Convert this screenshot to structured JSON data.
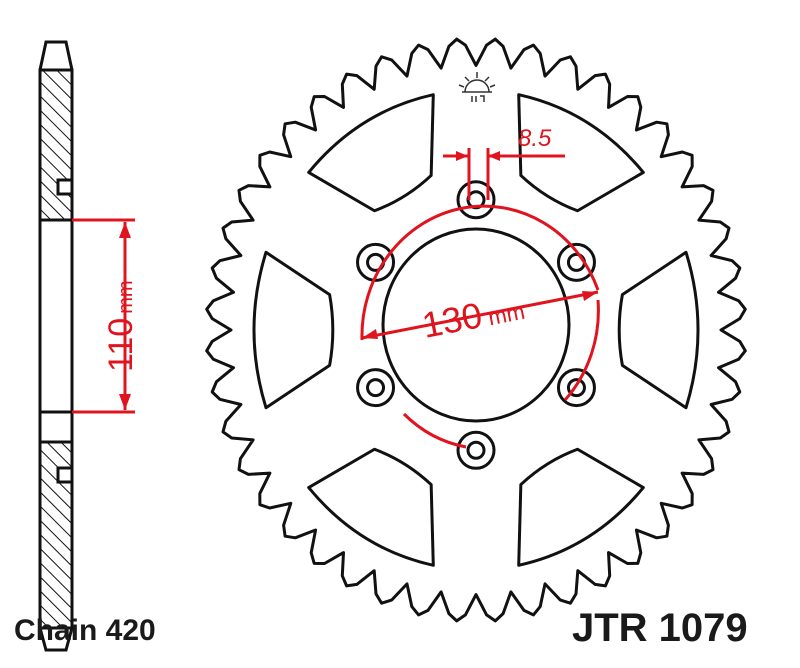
{
  "labels": {
    "chain": "Chain 420",
    "part_number": "JTR 1079"
  },
  "dimensions": {
    "hub_width": "110",
    "hub_width_unit": "mm",
    "pcd": "130",
    "pcd_unit": "mm",
    "bolt_hole": "8.5"
  },
  "colors": {
    "outline": "#111111",
    "dimension": "#e0141e"
  },
  "icons": [
    "logo-sun-icon"
  ]
}
